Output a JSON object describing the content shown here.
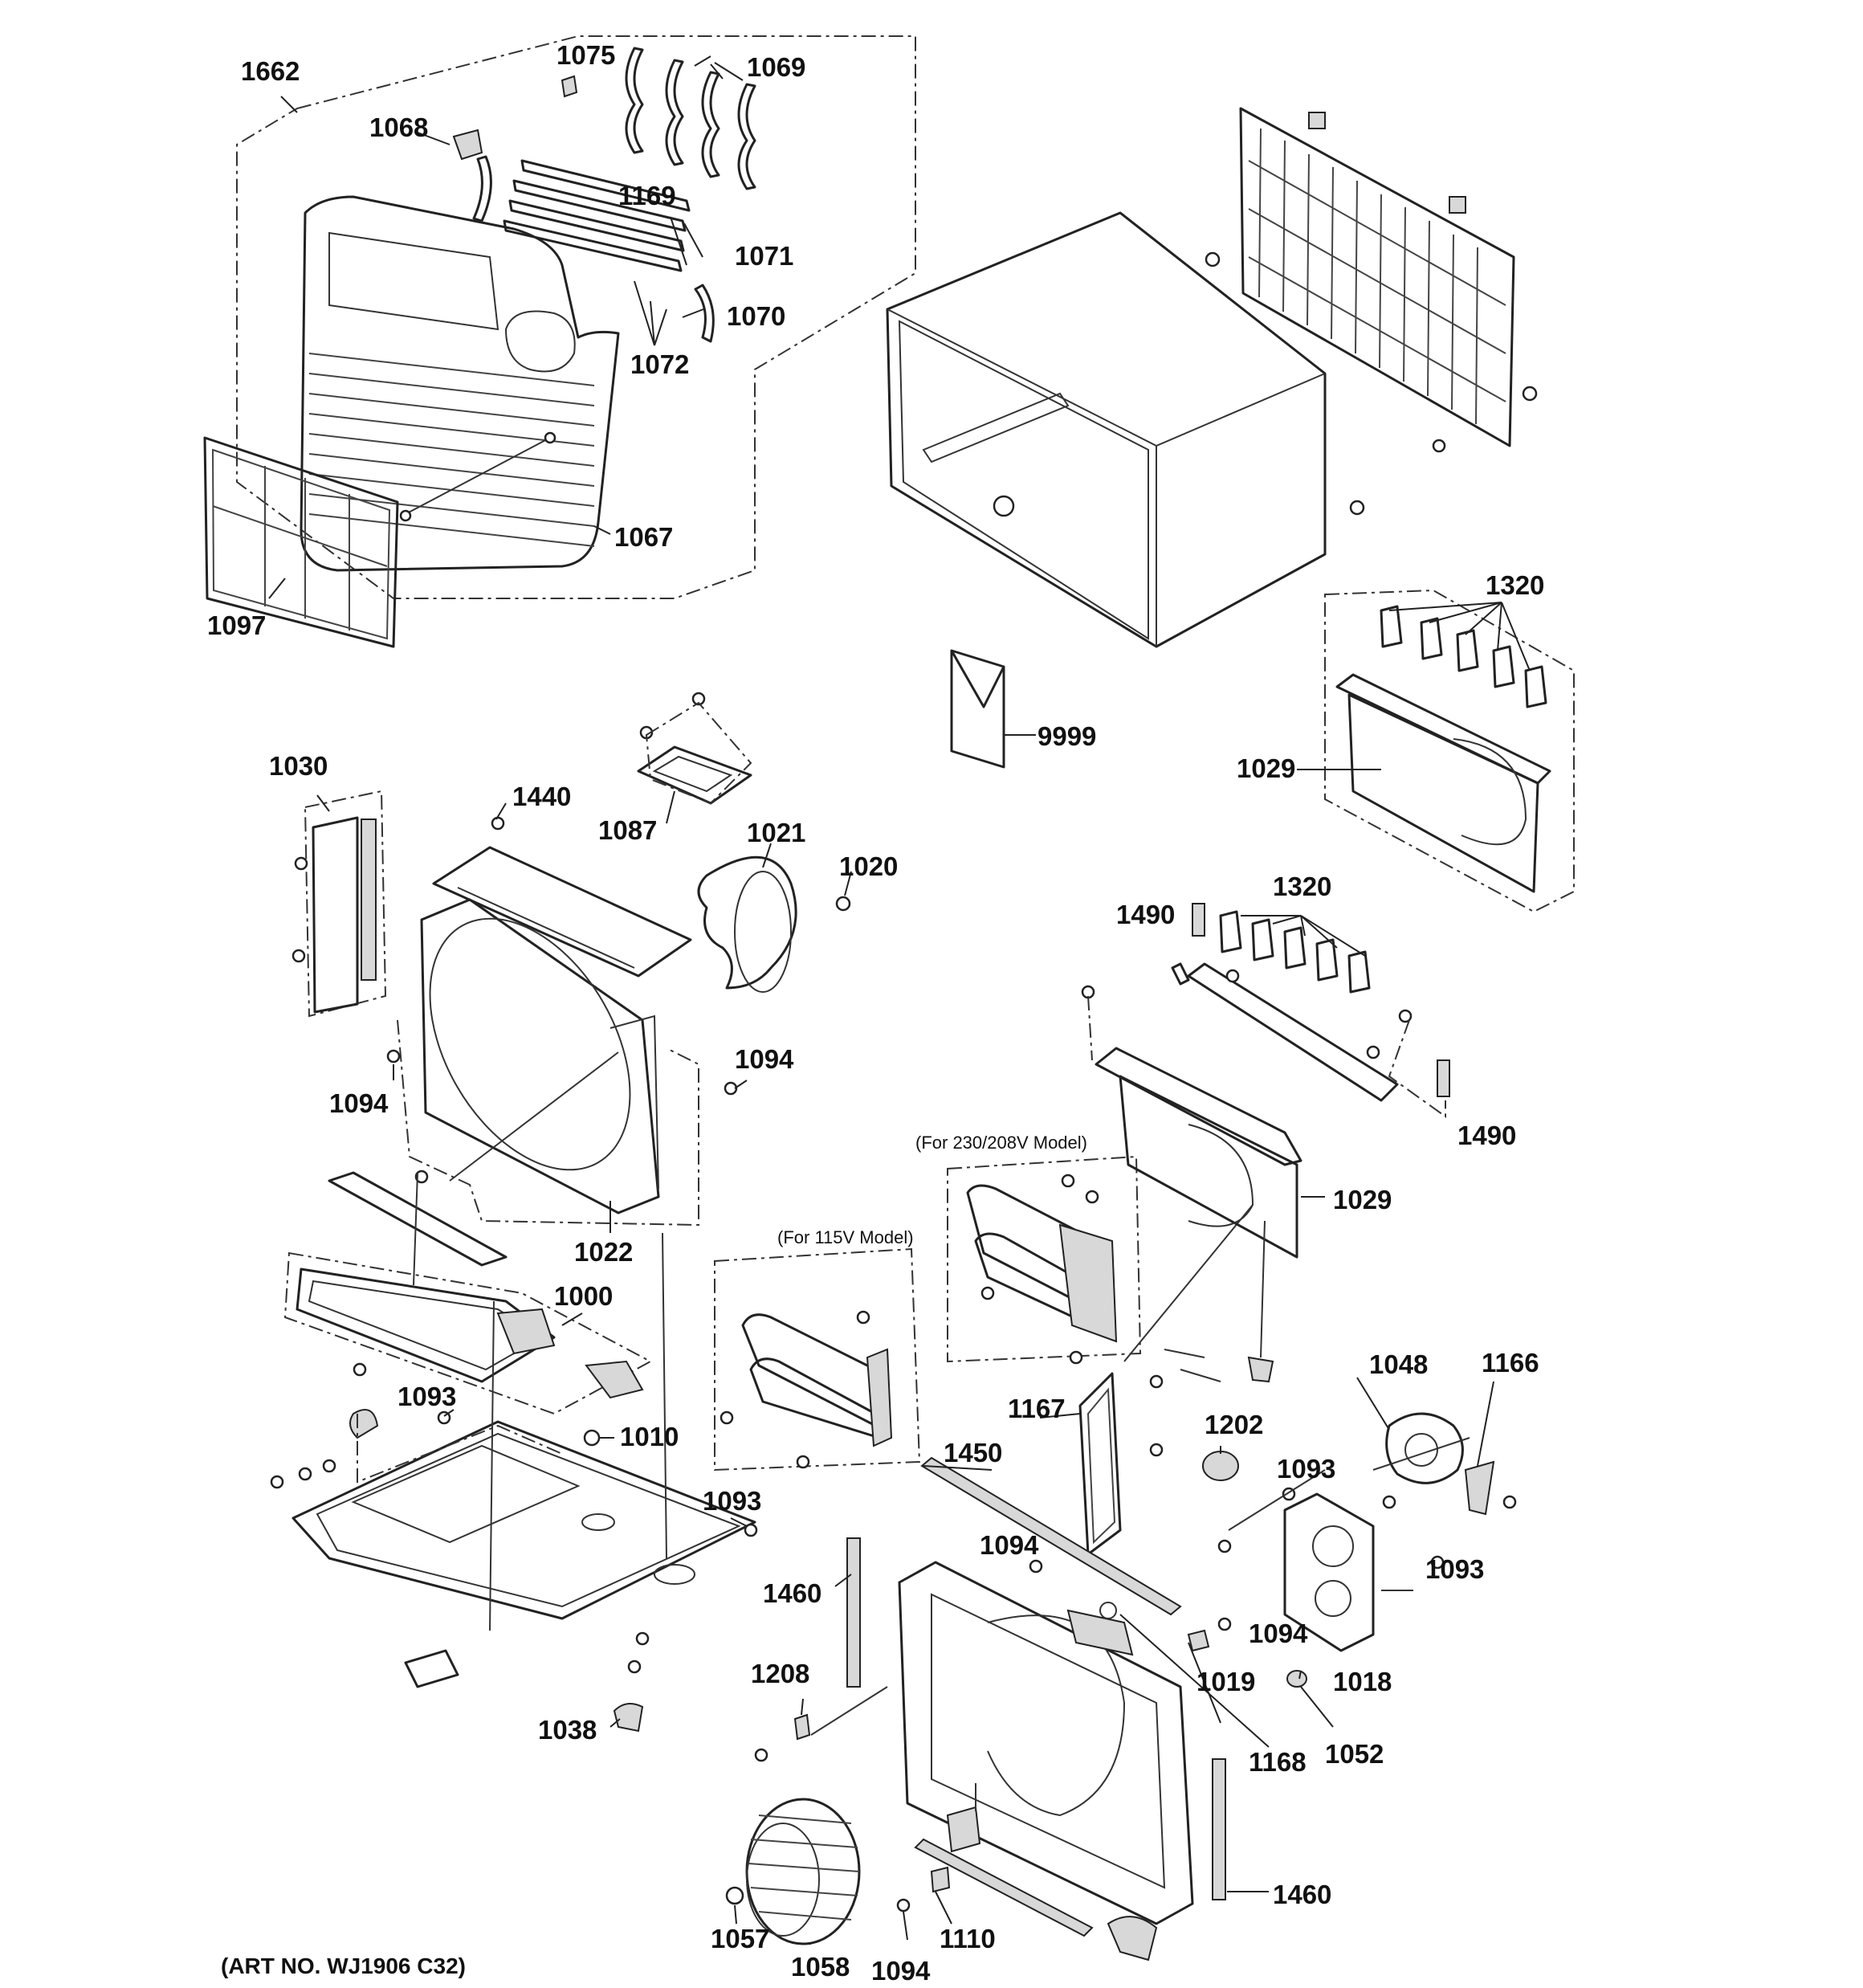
{
  "parts": {
    "p1662": "1662",
    "p1075": "1075",
    "p1069": "1069",
    "p1068": "1068",
    "p1169": "1169",
    "p1071": "1071",
    "p1070": "1070",
    "p1072": "1072",
    "p1067": "1067",
    "p1097": "1097",
    "p1320a": "1320",
    "p9999": "9999",
    "p1029a": "1029",
    "p1030": "1030",
    "p1440": "1440",
    "p1087": "1087",
    "p1021": "1021",
    "p1020": "1020",
    "p1094a": "1094",
    "p1094b": "1094",
    "p1022": "1022",
    "p1490a": "1490",
    "p1320b": "1320",
    "p1490b": "1490",
    "p1029b": "1029",
    "p1000": "1000",
    "p1093a": "1093",
    "p1010": "1010",
    "p1093b": "1093",
    "p1038": "1038",
    "p1048": "1048",
    "p1166": "1166",
    "p1167": "1167",
    "p1202": "1202",
    "p1093c": "1093",
    "p1450": "1450",
    "p1094c": "1094",
    "p1093d": "1093",
    "p1460a": "1460",
    "p1094d": "1094",
    "p1019": "1019",
    "p1018": "1018",
    "p1208": "1208",
    "p1168": "1168",
    "p1052": "1052",
    "p1460b": "1460",
    "p1057": "1057",
    "p1058": "1058",
    "p1094e": "1094",
    "p1110": "1110"
  },
  "notes": {
    "model_230": "(For 230/208V Model)",
    "model_115": "(For 115V Model)"
  },
  "art_number": "(ART NO. WJ1906 C32)"
}
